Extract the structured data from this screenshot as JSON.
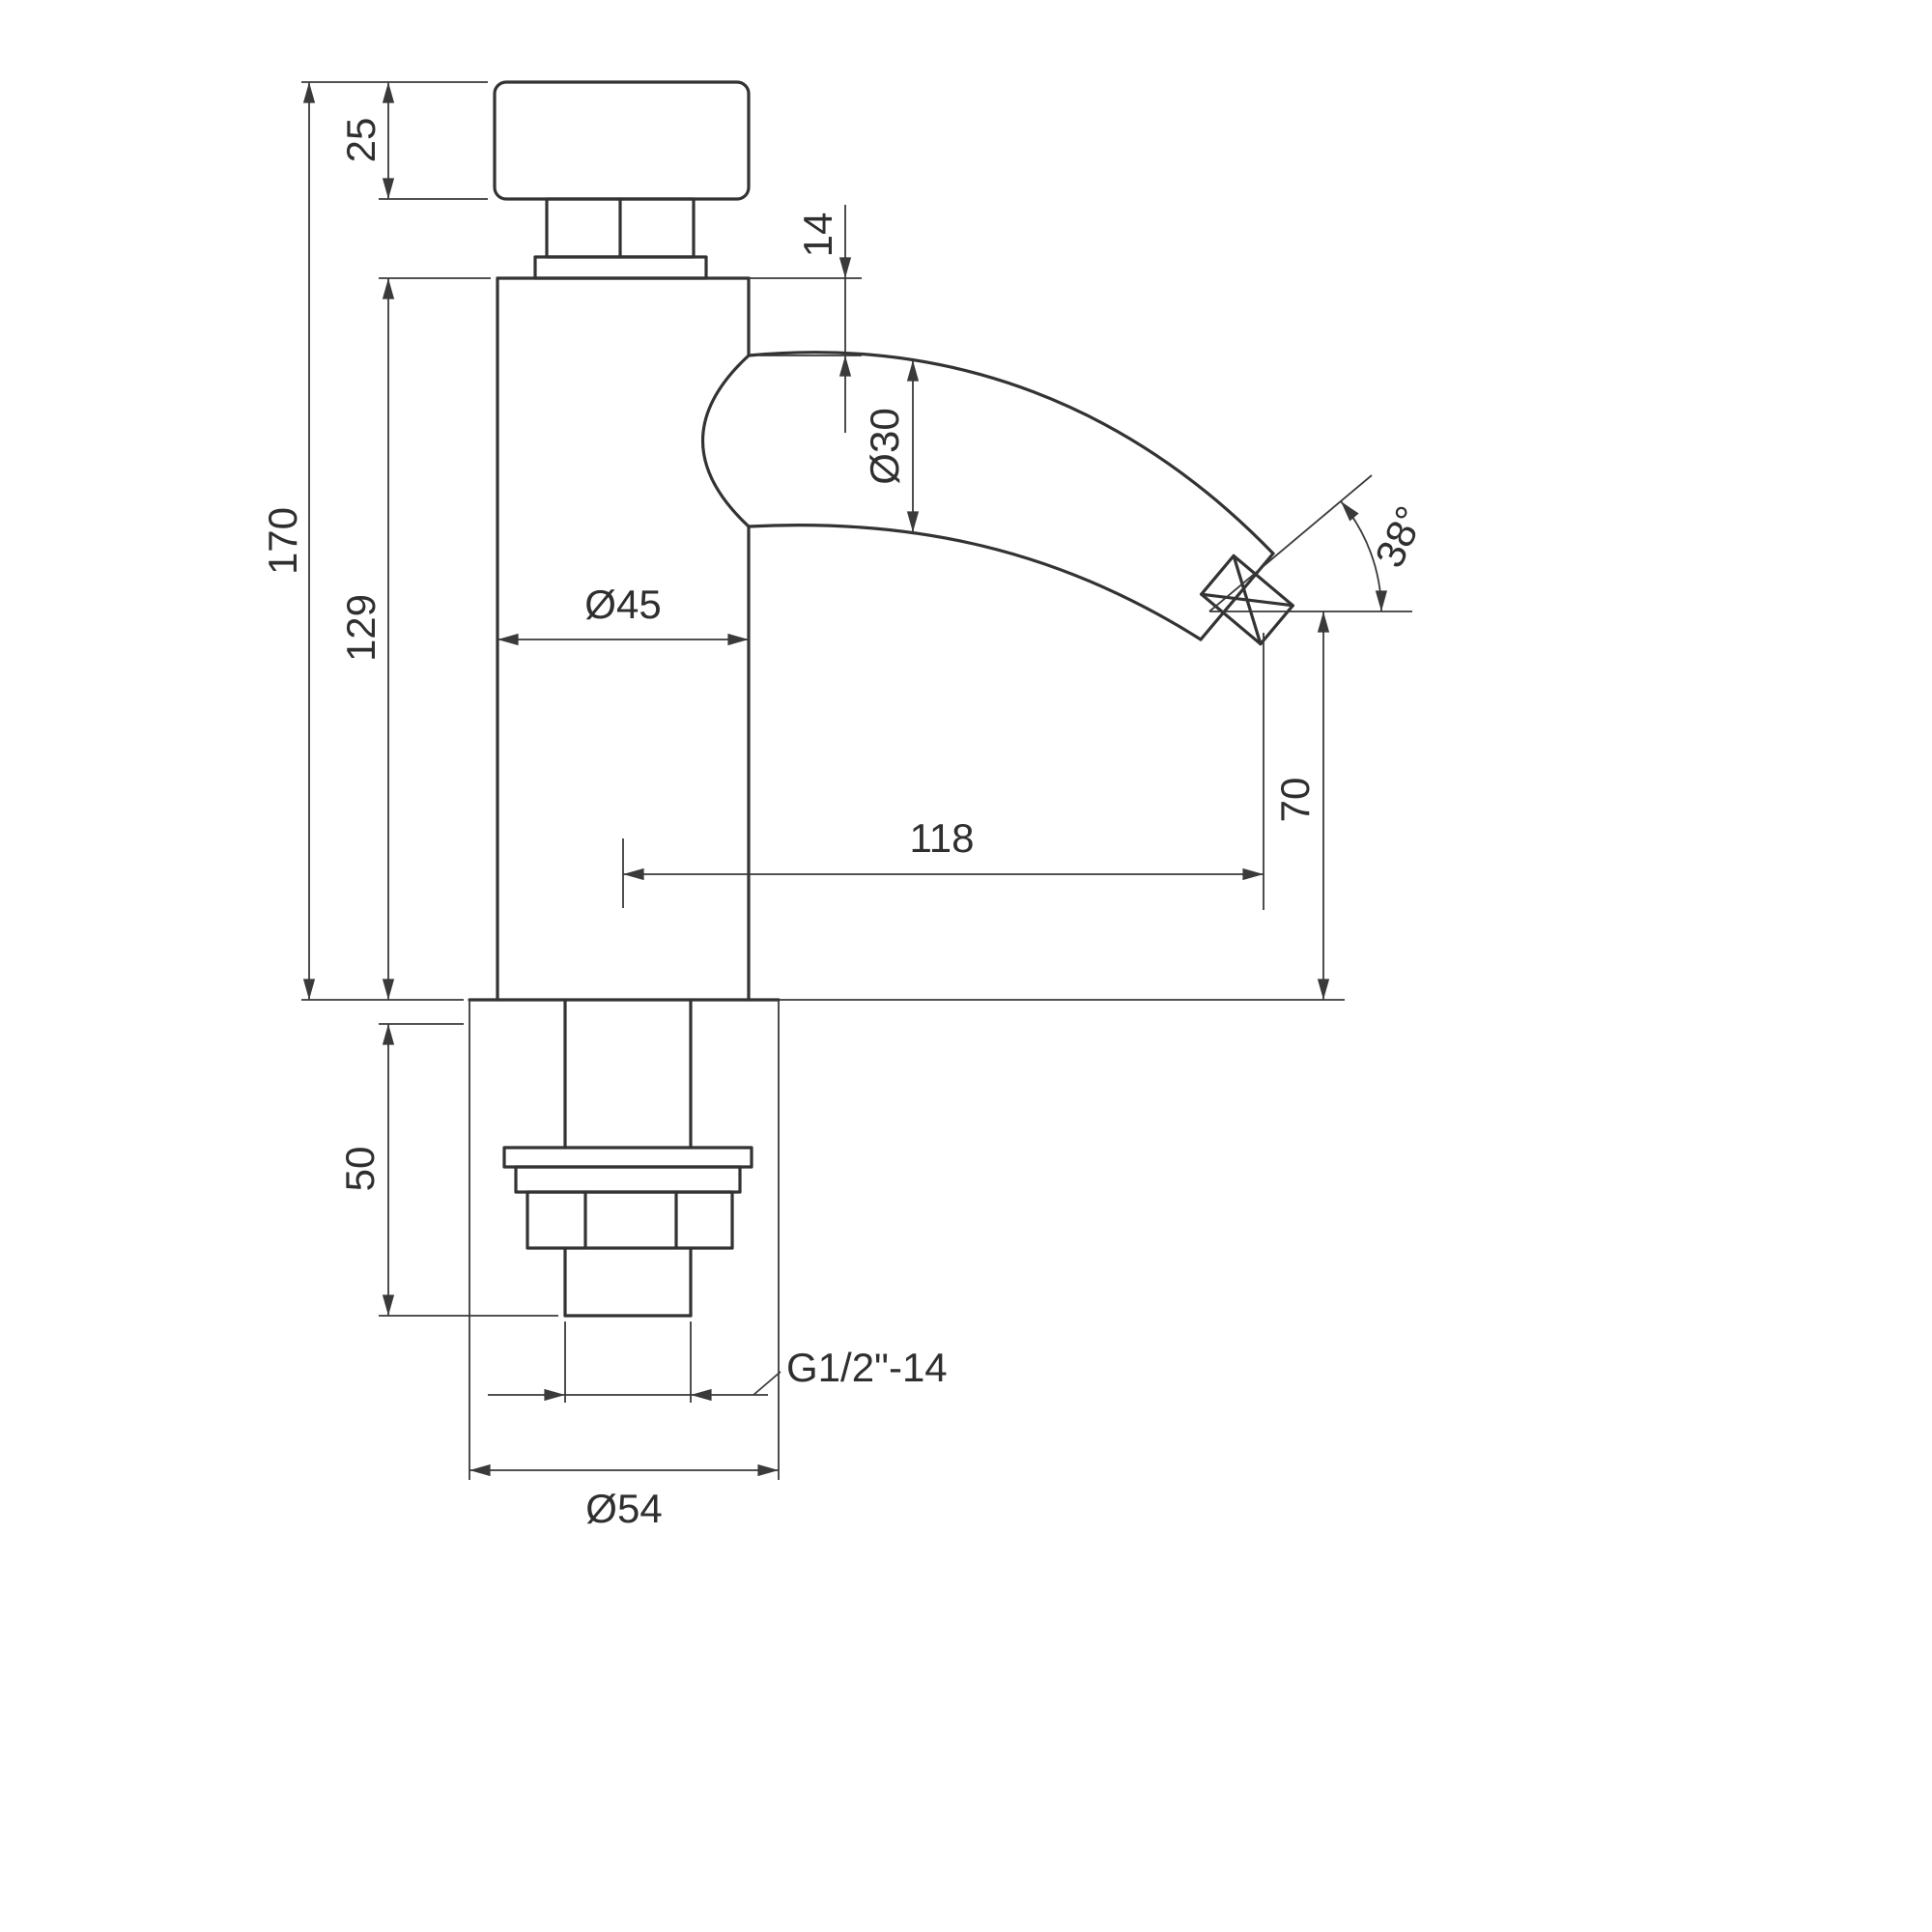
{
  "drawing": {
    "type": "technical-dimension-drawing",
    "subject": "self-closing pillar tap / faucet side elevation",
    "background": "#ffffff",
    "line_color": "#333333",
    "labels": {
      "cap_height": "25",
      "total_height": "170",
      "body_height": "129",
      "spout_drop": "14",
      "spout_tube_diameter": "Ø30",
      "body_diameter": "Ø45",
      "spout_angle": "38°",
      "outlet_height": "70",
      "spout_reach": "118",
      "shank_length": "50",
      "thread_spec": "G1/2\"-14",
      "base_diameter": "Ø54"
    }
  }
}
